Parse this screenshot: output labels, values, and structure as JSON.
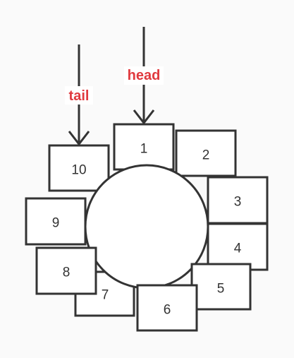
{
  "pointers": {
    "tail": {
      "label": "tail"
    },
    "head": {
      "label": "head"
    }
  },
  "slots": [
    {
      "id": "1",
      "label": "1"
    },
    {
      "id": "2",
      "label": "2"
    },
    {
      "id": "3",
      "label": "3"
    },
    {
      "id": "4",
      "label": "4"
    },
    {
      "id": "5",
      "label": "5"
    },
    {
      "id": "6",
      "label": "6"
    },
    {
      "id": "7",
      "label": "7"
    },
    {
      "id": "8",
      "label": "8"
    },
    {
      "id": "9",
      "label": "9"
    },
    {
      "id": "10",
      "label": "10"
    }
  ],
  "colors": {
    "stroke": "#333333",
    "pointer_label": "#e0393e",
    "background": "#fafafa"
  }
}
